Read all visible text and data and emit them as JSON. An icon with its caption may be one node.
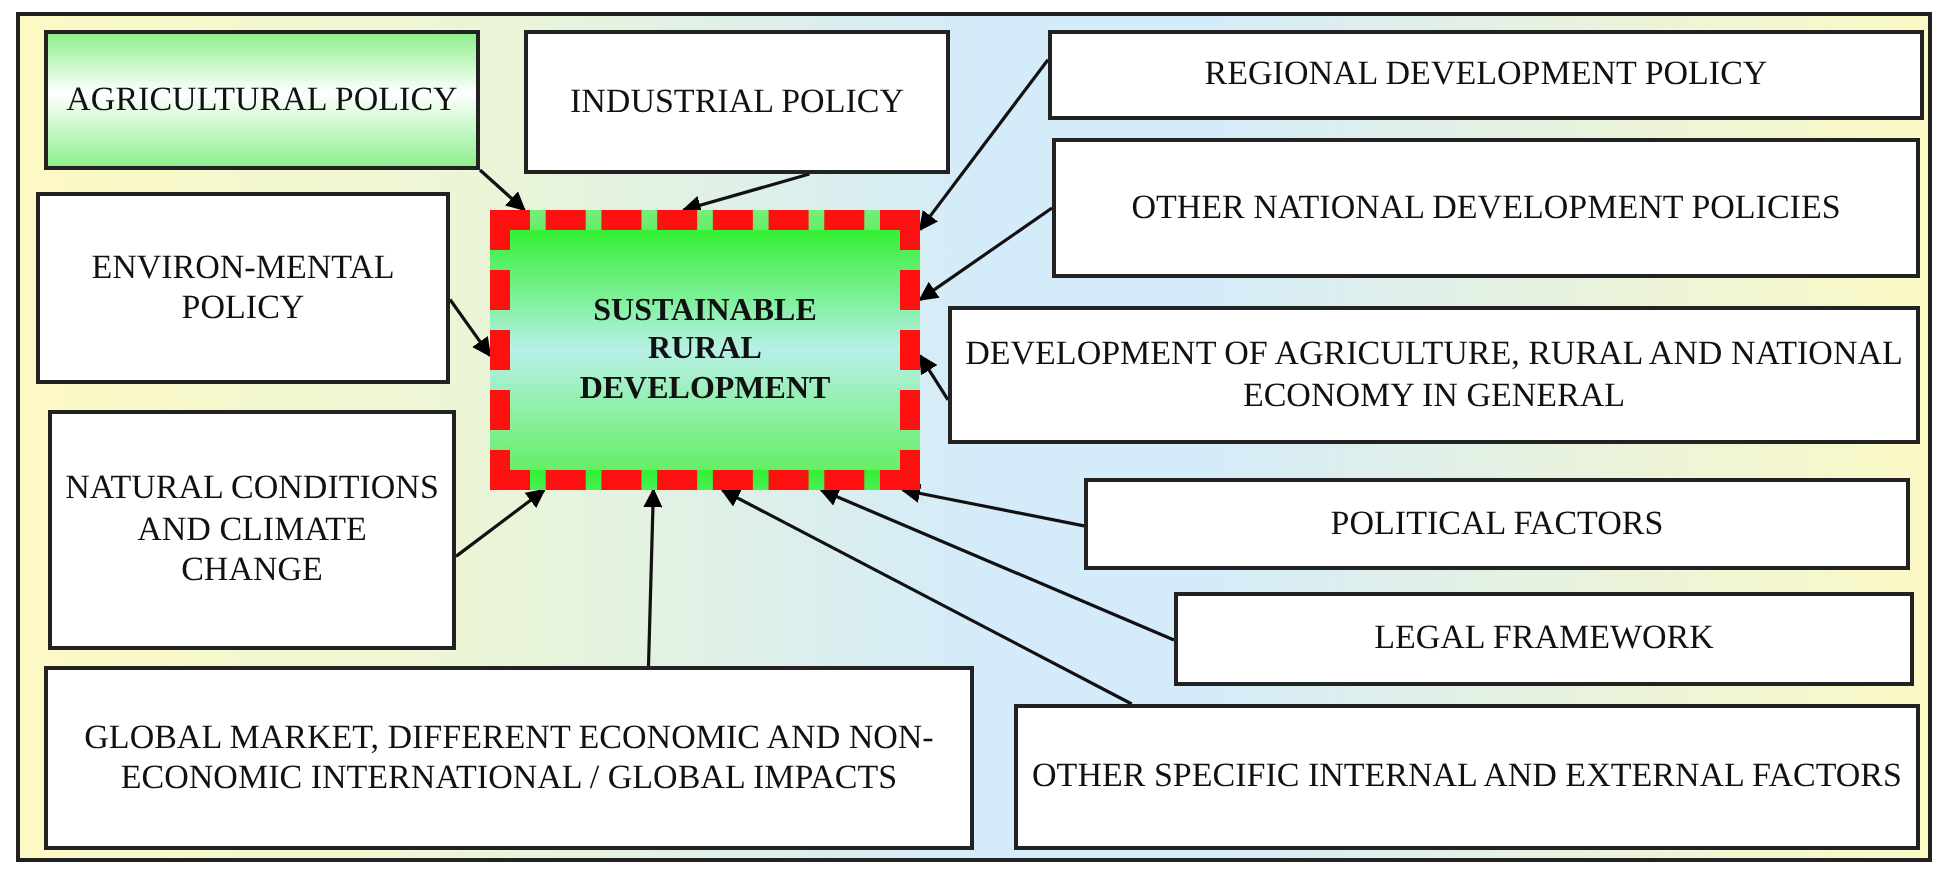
{
  "diagram": {
    "nodes": [
      {
        "text": [
          "AGRICULTURAL POLICY"
        ]
      },
      {
        "text": [
          "INDUSTRIAL POLICY"
        ]
      },
      {
        "text": [
          "REGIONAL DEVELOPMENT POLICY"
        ]
      },
      {
        "text": [
          "OTHER NATIONAL DEVELOPMENT POLICIES"
        ]
      },
      {
        "text": [
          "ENVIRON-MENTAL POLICY"
        ]
      },
      {
        "text": [
          "SUSTAINABLE RURAL DEVELOPMENT"
        ]
      },
      {
        "text": [
          "DEVELOPMENT OF AGRICULTURE, RURAL AND NATIONAL ECONOMY IN GENERAL"
        ]
      },
      {
        "text": [
          "NATURAL CONDITIONS AND CLIMATE CHANGE"
        ]
      },
      {
        "text": [
          "POLITICAL FACTORS"
        ]
      },
      {
        "text": [
          "LEGAL FRAMEWORK"
        ]
      },
      {
        "text": [
          "GLOBAL MARKET, DIFFERENT ECONOMIC AND NON-ECONOMIC INTERNATIONAL / GLOBAL IMPACTS"
        ]
      },
      {
        "text": [
          "OTHER SPECIFIC INTERNAL AND EXTERNAL FACTORS"
        ]
      }
    ],
    "edges": [
      {
        "from": 0,
        "to": 5,
        "arrow": "to"
      },
      {
        "from": 1,
        "to": 5,
        "arrow": "to"
      },
      {
        "from": 2,
        "to": 5,
        "arrow": "to"
      },
      {
        "from": 3,
        "to": 5,
        "arrow": "to"
      },
      {
        "from": 4,
        "to": 5,
        "arrow": "to"
      },
      {
        "from": 6,
        "to": 5,
        "arrow": "to"
      },
      {
        "from": 7,
        "to": 5,
        "arrow": "to"
      },
      {
        "from": 8,
        "to": 5,
        "arrow": "to"
      },
      {
        "from": 9,
        "to": 5,
        "arrow": "to"
      },
      {
        "from": 10,
        "to": 5,
        "arrow": "to"
      },
      {
        "from": 11,
        "to": 5,
        "arrow": "to"
      }
    ]
  }
}
